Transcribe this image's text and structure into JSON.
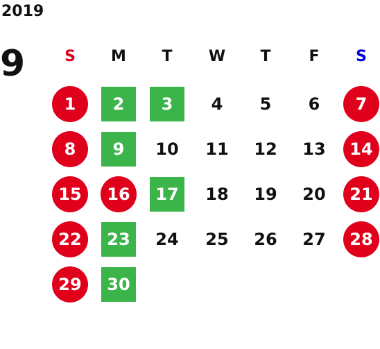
{
  "header": {
    "year": "2019",
    "month": "9"
  },
  "colors": {
    "holiday": "#e0001b",
    "marked": "#3bb54a",
    "sunday_label": "#e0001b",
    "saturday_label": "#0000e0",
    "text": "#111111"
  },
  "weekdays": [
    "S",
    "M",
    "T",
    "W",
    "T",
    "F",
    "S"
  ],
  "weeks": [
    [
      {
        "day": "1",
        "style": "holiday"
      },
      {
        "day": "2",
        "style": "marked"
      },
      {
        "day": "3",
        "style": "marked"
      },
      {
        "day": "4",
        "style": "normal"
      },
      {
        "day": "5",
        "style": "normal"
      },
      {
        "day": "6",
        "style": "normal"
      },
      {
        "day": "7",
        "style": "holiday"
      }
    ],
    [
      {
        "day": "8",
        "style": "holiday"
      },
      {
        "day": "9",
        "style": "marked"
      },
      {
        "day": "10",
        "style": "normal"
      },
      {
        "day": "11",
        "style": "normal"
      },
      {
        "day": "12",
        "style": "normal"
      },
      {
        "day": "13",
        "style": "normal"
      },
      {
        "day": "14",
        "style": "holiday"
      }
    ],
    [
      {
        "day": "15",
        "style": "holiday"
      },
      {
        "day": "16",
        "style": "holiday"
      },
      {
        "day": "17",
        "style": "marked"
      },
      {
        "day": "18",
        "style": "normal"
      },
      {
        "day": "19",
        "style": "normal"
      },
      {
        "day": "20",
        "style": "normal"
      },
      {
        "day": "21",
        "style": "holiday"
      }
    ],
    [
      {
        "day": "22",
        "style": "holiday"
      },
      {
        "day": "23",
        "style": "marked"
      },
      {
        "day": "24",
        "style": "normal"
      },
      {
        "day": "25",
        "style": "normal"
      },
      {
        "day": "26",
        "style": "normal"
      },
      {
        "day": "27",
        "style": "normal"
      },
      {
        "day": "28",
        "style": "holiday"
      }
    ],
    [
      {
        "day": "29",
        "style": "holiday"
      },
      {
        "day": "30",
        "style": "marked"
      }
    ]
  ]
}
